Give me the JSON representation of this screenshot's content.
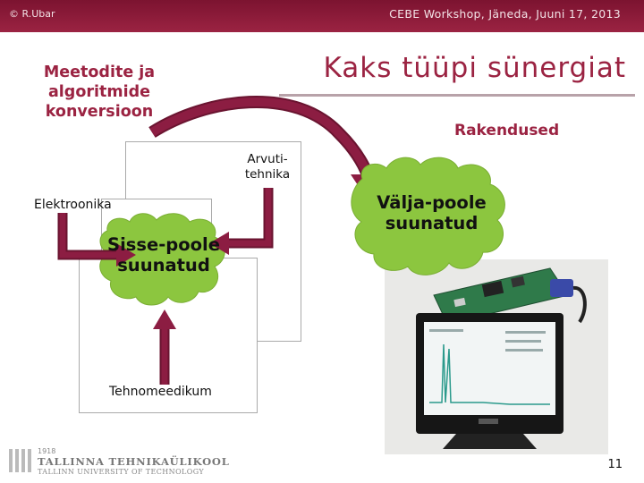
{
  "header": {
    "author": "© R.Ubar",
    "event": "CEBE Workshop, Jäneda, Juuni 17, 2013"
  },
  "title": "Kaks tüüpi sünergiat",
  "labels": {
    "methods": "Meetodite ja algoritmide konversioon",
    "applications": "Rakendused",
    "computer": "Arvuti-tehnika",
    "electronics": "Elektroonika",
    "micro": "Tehnomeedikum"
  },
  "blobs": {
    "inward": "Sisse-poole suunatud",
    "outward": "Välja-poole suunatud"
  },
  "colors": {
    "brand": "#9b2342",
    "arrow": "#8c1d42",
    "blob": "#8cc63f"
  },
  "footer": {
    "logo_year": "1918",
    "logo_name": "TALLINNA TEHNIKAÜLIKOOL",
    "logo_name_en": "TALLINN UNIVERSITY OF TECHNOLOGY",
    "page_number": "11"
  }
}
